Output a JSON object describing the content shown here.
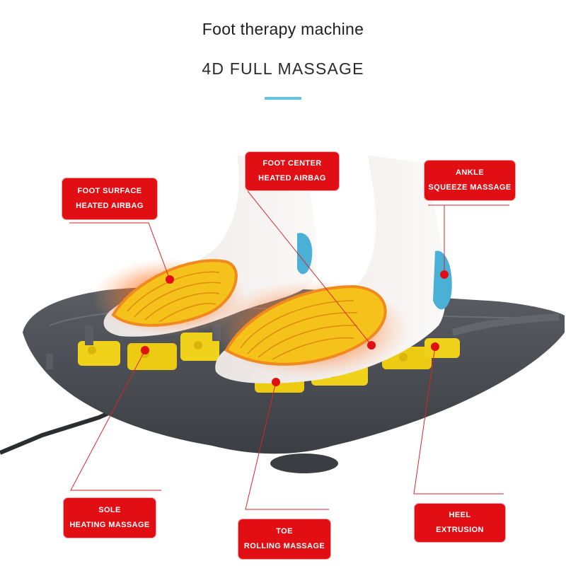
{
  "header": {
    "title": "Foot therapy machine",
    "subtitle": "4D FULL MASSAGE"
  },
  "colors": {
    "accent": "#5ec6e0",
    "label_red": "#e10f14",
    "machine_body": "#474a4f",
    "roller_yellow": "#f1d21a",
    "heat_orange": "#ff7a1f"
  },
  "labels": {
    "foot_surface": {
      "line1": "FOOT SURFACE",
      "line2": "HEATED AIRBAG"
    },
    "foot_center": {
      "line1": "FOOT CENTER",
      "line2": "HEATED AIRBAG"
    },
    "ankle": {
      "line1": "ANKLE",
      "line2": "SQUEEZE MASSAGE"
    },
    "sole": {
      "line1": "SOLE",
      "line2": "HEATING MASSAGE"
    },
    "toe": {
      "line1": "TOE",
      "line2": "ROLLING MASSAGE"
    },
    "heel": {
      "line1": "HEEL",
      "line2": "EXTRUSION"
    }
  }
}
